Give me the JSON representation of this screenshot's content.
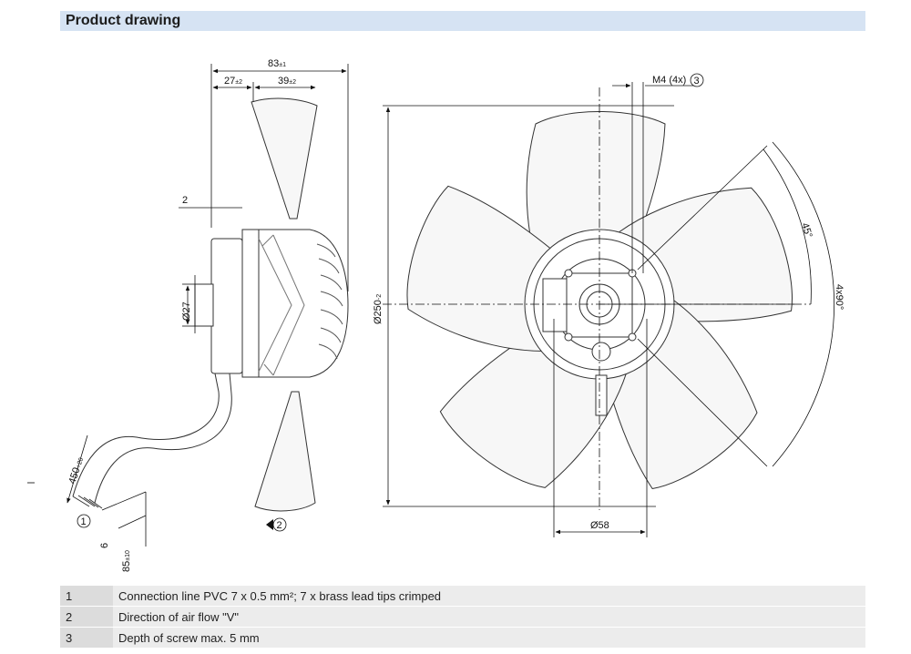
{
  "header": {
    "title": "Product drawing"
  },
  "dimensions": {
    "overall_depth": "83",
    "overall_depth_tol": "±1",
    "hub_offset": "27",
    "hub_offset_tol": "±2",
    "blade_depth": "39",
    "blade_depth_tol": "±2",
    "flange": "2",
    "shaft_dia": "Ø27",
    "fan_dia": "Ø250",
    "fan_dia_tol": "-2",
    "cable_length": "450",
    "cable_length_tol": "+20",
    "strip_length": "6",
    "lead_length": "85",
    "lead_length_tol": "±10",
    "screw": "M4 (4x)",
    "angle_small": "45°",
    "angle_large": "4x90°",
    "motor_dia": "Ø58"
  },
  "callouts": {
    "c1": "1",
    "c2": "2",
    "c3": "3"
  },
  "notes": [
    {
      "num": "1",
      "text": "Connection line PVC 7 x 0.5 mm²; 7 x brass lead tips crimped"
    },
    {
      "num": "2",
      "text": "Direction of air flow \"V\""
    },
    {
      "num": "3",
      "text": "Depth of screw max. 5 mm"
    }
  ]
}
